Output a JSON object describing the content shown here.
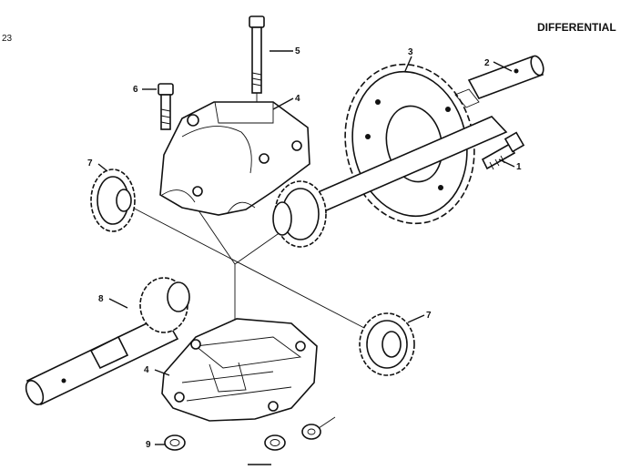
{
  "header": {
    "title": "DIFFERENTIAL",
    "page_mark": "23"
  },
  "callouts": {
    "bolt_long": "5",
    "bolt_short_top": "6",
    "upper_housing": "4",
    "sprocket": "3",
    "axle_right": "2",
    "bolt_right": "1",
    "bevel_gear_left": "7",
    "axle_left": "8",
    "bevel_gear_bottom": "7",
    "lower_housing": "4",
    "nut_left": "9"
  }
}
